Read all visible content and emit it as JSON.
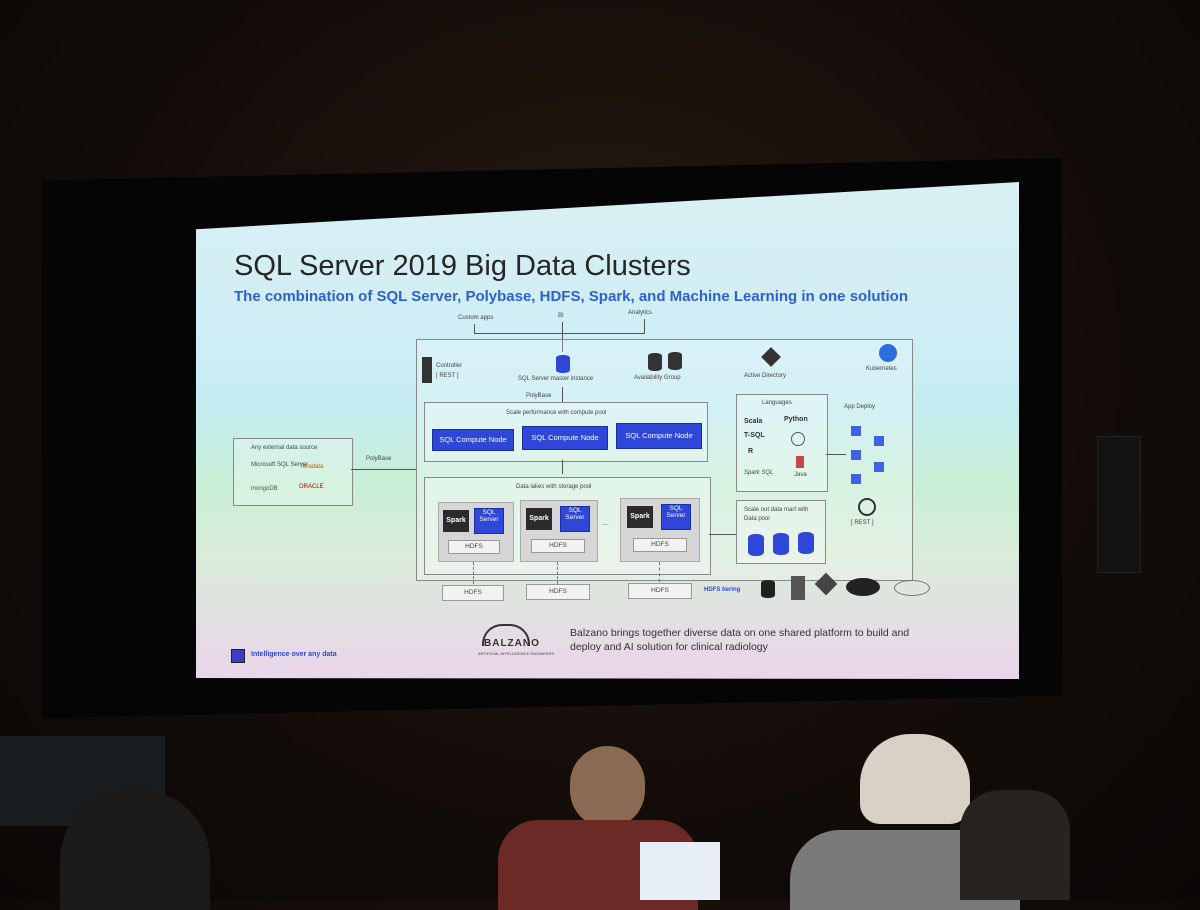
{
  "slide": {
    "title": "SQL Server 2019 Big Data Clusters",
    "subtitle": "The combination of SQL Server, Polybase, HDFS, Spark, and Machine Learning in one solution",
    "top_inputs": [
      "Custom apps",
      "BI",
      "Analytics"
    ],
    "controller": "Controller",
    "controller_rest": "[ REST ]",
    "master_instance": "SQL Server master instance",
    "availability_group": "Availability Group",
    "active_directory": "Active Directory",
    "kubernetes": "Kubernetes",
    "polybase_top": "PolyBase",
    "compute_pool_title": "Scale performance with compute pool",
    "compute_nodes": [
      "SQL Compute Node",
      "SQL Compute Node",
      "SQL Compute Node"
    ],
    "external_title": "Any external data source",
    "external_sources": [
      "Microsoft SQL Server",
      "Teradata",
      "mongoDB",
      "ORACLE"
    ],
    "polybase_left": "PolyBase",
    "storage_pool_title": "Data lakes with storage pool",
    "spark_label": "Spark",
    "sql_server_label": "SQL Server",
    "hdfs_label": "HDFS",
    "ellipsis": "...",
    "languages_title": "Languages",
    "languages": [
      "Scala",
      "Python",
      "T-SQL",
      "R",
      "Spark SQL",
      "Java"
    ],
    "app_deploy": "App Deploy",
    "app_rest": "[ REST ]",
    "data_pool_title": "Scale out data mart with Data pool",
    "hdfs_tiering": "HDFS tiering",
    "balzano_name": "BALZANO",
    "balzano_sub": "ARTIFICIAL INTELLIGENCE ENGINEERS",
    "balzano_text": "Balzano brings together diverse data on one shared platform to build and deploy and AI solution for clinical radiology",
    "footer": "Intelligence over any data"
  },
  "colors": {
    "accent_blue": "#2e47d9",
    "subtitle_blue": "#2f5fd0"
  }
}
